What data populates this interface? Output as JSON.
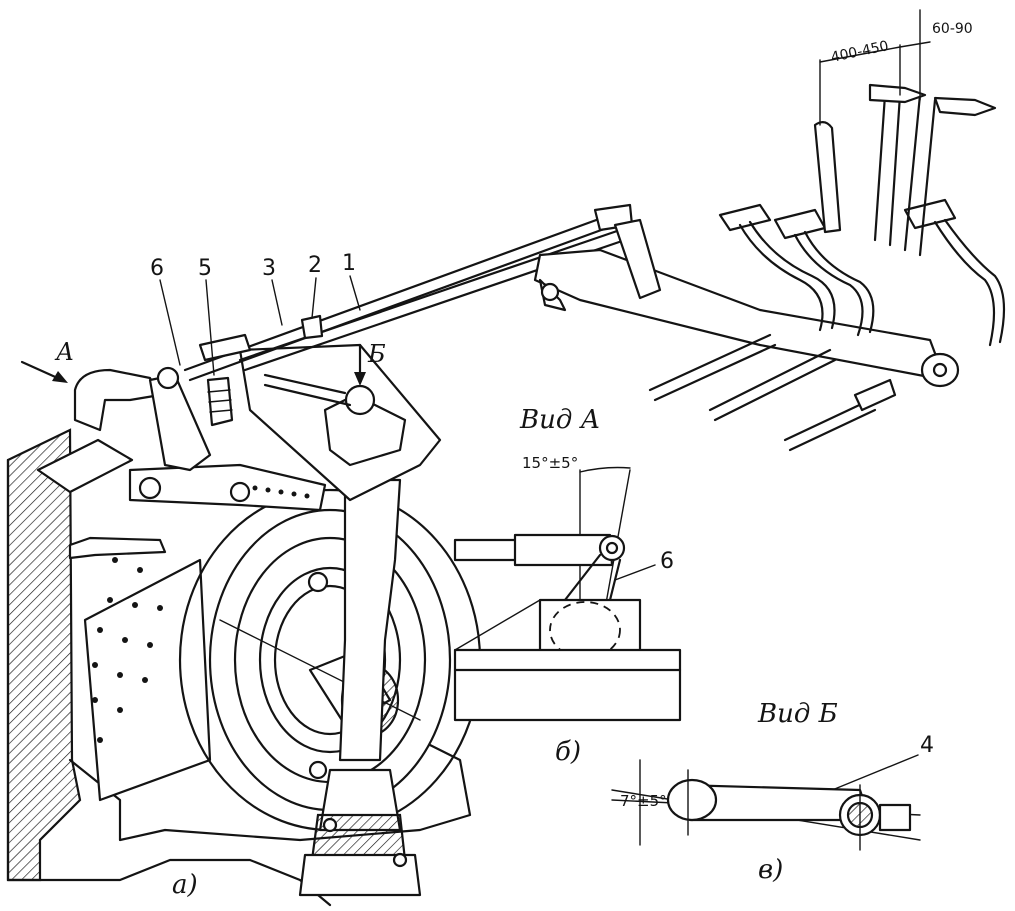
{
  "labels": {
    "callouts": [
      "6",
      "5",
      "3",
      "2",
      "1",
      "4"
    ],
    "view_a_arrow": "А",
    "view_b_arrow": "Б",
    "view_a_title": "Вид А",
    "view_b_title": "Вид Б",
    "angle_a": "15°±5°",
    "angle_b": "7°±5°",
    "dim_travel": "400-450",
    "dim_free": "60-90",
    "part_a": "а)",
    "part_b": "б)",
    "part_c": "в)",
    "num_6_view": "6"
  }
}
